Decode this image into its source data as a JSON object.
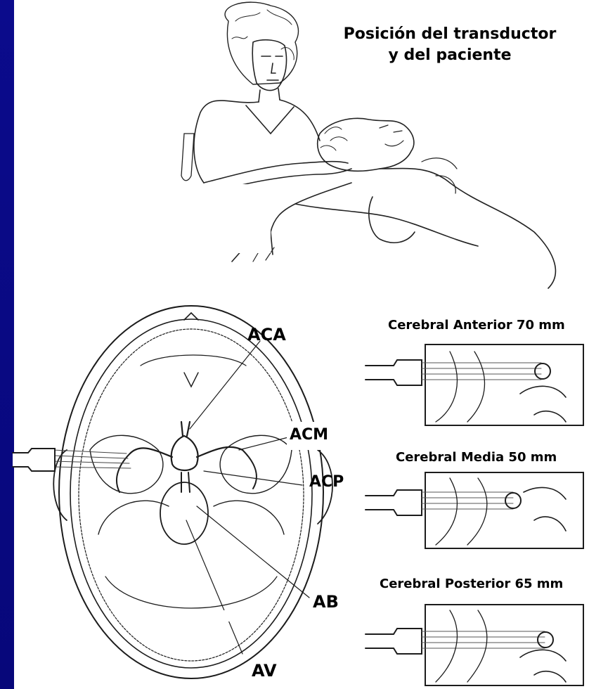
{
  "title": {
    "line1": "Posición del transductor",
    "line2": "y del paciente"
  },
  "skull_labels": {
    "aca": "ACA",
    "acm": "ACM",
    "acp": "ACP",
    "ab": "AB",
    "av": "AV"
  },
  "insets": [
    {
      "caption": "Cerebral Anterior 70 mm"
    },
    {
      "caption": "Cerebral Media 50 mm"
    },
    {
      "caption": "Cerebral Posterior 65 mm"
    }
  ],
  "colors": {
    "frame": "#0b0b8c",
    "background": "#ffffff",
    "ink": "#000000"
  }
}
